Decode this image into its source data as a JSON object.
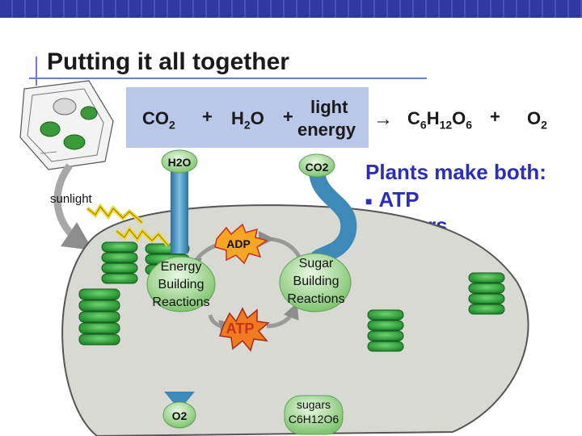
{
  "title": "Putting it all together",
  "equation": {
    "co2": "CO",
    "co2_sub": "2",
    "plus1": "+",
    "h2o": "H",
    "h2o_sub": "2",
    "h2o_o": "O",
    "plus2": "+",
    "light": "light",
    "energy": "energy",
    "arrow": "→",
    "glucose_c": "C",
    "glucose_c_sub": "6",
    "glucose_h": "H",
    "glucose_h_sub": "12",
    "glucose_o": "O",
    "glucose_o_sub": "6",
    "plus3": "+",
    "o2": "O",
    "o2_sub": "2"
  },
  "plants": {
    "heading": "Plants make both:",
    "items": [
      "ATP",
      "sugars"
    ]
  },
  "diagram": {
    "sunlight": "sunlight",
    "h2o_in": "H2O",
    "co2_in": "CO2",
    "adp": "ADP",
    "atp": "ATP",
    "energy_reactions": [
      "Energy",
      "Building",
      "Reactions"
    ],
    "sugar_reactions": [
      "Sugar",
      "Building",
      "Reactions"
    ],
    "o2_out": "O2",
    "sugars_out": "sugars",
    "sugars_formula": "C6H12O6"
  },
  "colors": {
    "topbar": "#2f3aa0",
    "eq_box": "#b9c7e8",
    "accent_text": "#2b2fb8",
    "chloroplast": "#d9d9d4",
    "thylakoid": "#35a845",
    "arrow_gray": "#9a9a9a",
    "pipe_blue": "#3d89b8",
    "bubble_green": "#8fcf86",
    "adp_fill": "#f5a623",
    "atp_fill": "#f07a20",
    "lightning": "#f2d62a"
  }
}
